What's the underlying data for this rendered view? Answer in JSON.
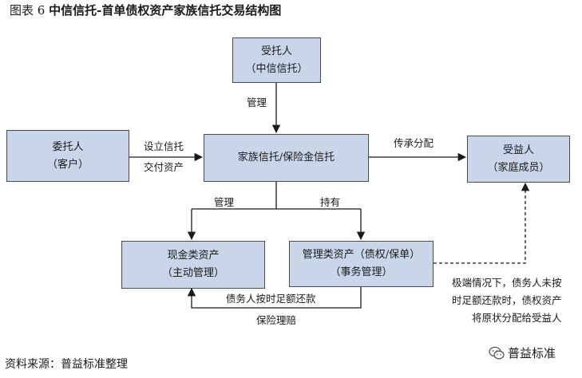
{
  "title": {
    "number": "图表 6",
    "text": "中信信托-首单债权资产家族信托交易结构图"
  },
  "boxes": {
    "trustee": {
      "line1": "受托人",
      "line2": "（中信信托）"
    },
    "settlor": {
      "line1": "委托人",
      "line2": "（客户）"
    },
    "trust": {
      "line1": "家族信托/保险金信托"
    },
    "beneficiary": {
      "line1": "受益人",
      "line2": "（家庭成员）"
    },
    "cash_assets": {
      "line1": "现金类资产",
      "line2": "（主动管理）"
    },
    "mgmt_assets": {
      "line1": "管理类资产（债权/保单）",
      "line2": "（事务管理）"
    }
  },
  "labels": {
    "manage_top": "管理",
    "setup_trust": "设立信托",
    "deliver_assets": "交付资产",
    "inherit_distribute": "传承分配",
    "manage_left": "管理",
    "hold": "持有",
    "debtor_repay": "债务人按时足额还款",
    "insurance_claim": "保险理赔"
  },
  "note": {
    "line1": "极端情况下，债务人未按",
    "line2": "时足额还款时，债权资产",
    "line3": "将原状分配给受益人"
  },
  "source": "资料来源：普益标准整理",
  "brand": {
    "name": "普益标准",
    "icon": "wechat-icon"
  },
  "colors": {
    "box_fill": "#c9d6ea",
    "box_border": "#4b4b4b",
    "line": "#1a1a1a"
  }
}
